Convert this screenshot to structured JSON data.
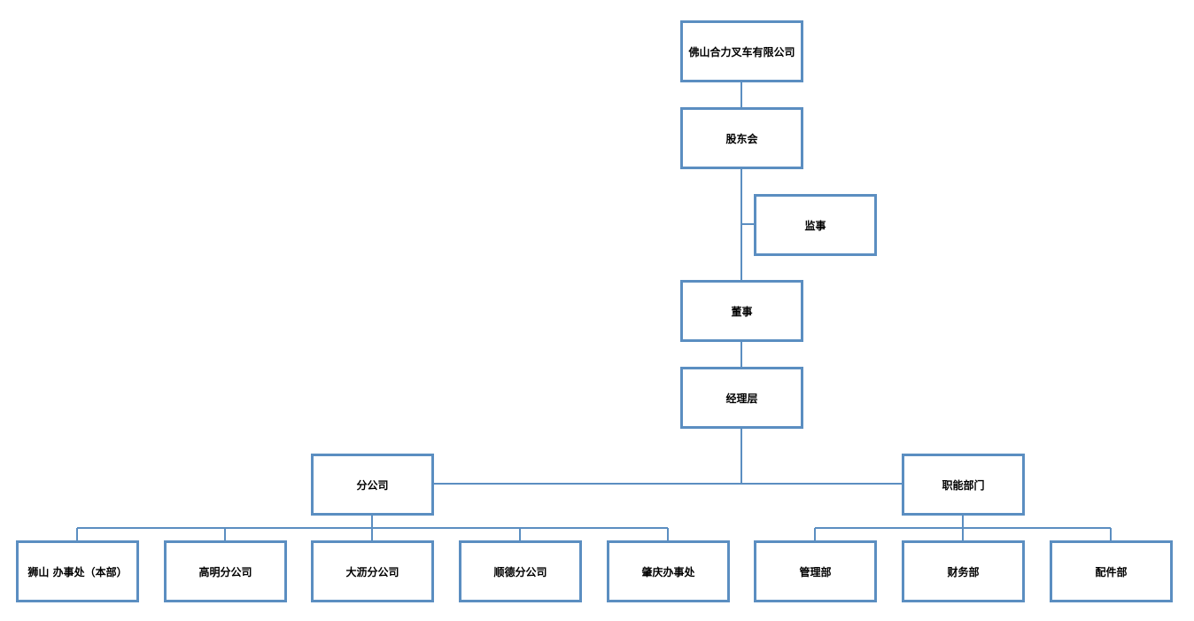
{
  "colors": {
    "box_border": "#5b8ec1",
    "connector": "#5b8ec1",
    "text": "#000000",
    "background": "#ffffff"
  },
  "org": {
    "company": "佛山合力叉车有限公司",
    "shareholders": "股东会",
    "supervisor": "监事",
    "board": "董事",
    "management": "经理层",
    "branches": {
      "label": "分公司",
      "items": [
        "狮山 办事处（本部）",
        "高明分公司",
        "大沥分公司",
        "顺德分公司",
        "肇庆办事处"
      ]
    },
    "departments": {
      "label": "职能部门",
      "items": [
        "管理部",
        "财务部",
        "配件部"
      ]
    }
  }
}
